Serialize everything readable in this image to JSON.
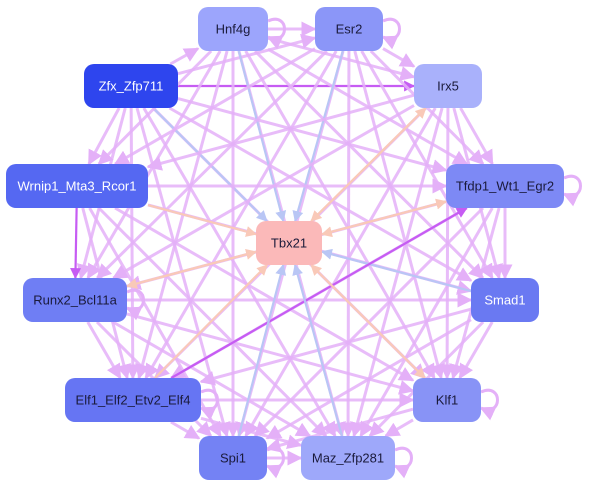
{
  "nodes": [
    {
      "id": "Hnf4g",
      "label": "Hnf4g",
      "fill": "#9CA5FC",
      "text": "#1a1a3a"
    },
    {
      "id": "Esr2",
      "label": "Esr2",
      "fill": "#8B96F8",
      "text": "#1a1a3a"
    },
    {
      "id": "Zfx_Zfp711",
      "label": "Zfx_Zfp711",
      "fill": "#2E45EE",
      "text": "#ffffff"
    },
    {
      "id": "Irx5",
      "label": "Irx5",
      "fill": "#A9B1FB",
      "text": "#1a1a3a"
    },
    {
      "id": "Wrnip1_Mta3_Rcor1",
      "label": "Wrnip1_Mta3_Rcor1",
      "fill": "#5568F2",
      "text": "#ffffff"
    },
    {
      "id": "Tfdp1_Wt1_Egr2",
      "label": "Tfdp1_Wt1_Egr2",
      "fill": "#7D89F5",
      "text": "#1a1a3a"
    },
    {
      "id": "Tbx21",
      "label": "Tbx21",
      "fill": "#FBB9B9",
      "text": "#1a1a3a"
    },
    {
      "id": "Runx2_Bcl11a",
      "label": "Runx2_Bcl11a",
      "fill": "#6F7EF4",
      "text": "#1a1a3a"
    },
    {
      "id": "Smad1",
      "label": "Smad1",
      "fill": "#6A79F2",
      "text": "#ffffff"
    },
    {
      "id": "Elf1_Elf2_Etv2_Elf4",
      "label": "Elf1_Elf2_Etv2_Elf4",
      "fill": "#6675F3",
      "text": "#1a1a3a"
    },
    {
      "id": "Klf1",
      "label": "Klf1",
      "fill": "#8893F6",
      "text": "#1a1a3a"
    },
    {
      "id": "Spi1",
      "label": "Spi1",
      "fill": "#7482F4",
      "text": "#1a1a3a"
    },
    {
      "id": "Maz_Zfp281",
      "label": "Maz_Zfp281",
      "fill": "#9EA8FA",
      "text": "#1a1a3a"
    }
  ],
  "edge_colors": {
    "regular": "#E4B0F8",
    "strong": "#C65CF3",
    "peach": "#F9C9B8",
    "blue": "#B9C6F5"
  },
  "edges": [
    [
      "Zfx_Zfp711",
      "Hnf4g",
      "regular"
    ],
    [
      "Zfx_Zfp711",
      "Esr2",
      "regular"
    ],
    [
      "Zfx_Zfp711",
      "Irx5",
      "strong"
    ],
    [
      "Zfx_Zfp711",
      "Tfdp1_Wt1_Egr2",
      "regular"
    ],
    [
      "Zfx_Zfp711",
      "Smad1",
      "regular"
    ],
    [
      "Zfx_Zfp711",
      "Klf1",
      "regular"
    ],
    [
      "Zfx_Zfp711",
      "Maz_Zfp281",
      "regular"
    ],
    [
      "Zfx_Zfp711",
      "Spi1",
      "regular"
    ],
    [
      "Zfx_Zfp711",
      "Elf1_Elf2_Etv2_Elf4",
      "regular"
    ],
    [
      "Zfx_Zfp711",
      "Runx2_Bcl11a",
      "regular"
    ],
    [
      "Zfx_Zfp711",
      "Wrnip1_Mta3_Rcor1",
      "regular"
    ],
    [
      "Zfx_Zfp711",
      "Tbx21",
      "blue"
    ],
    [
      "Hnf4g",
      "Esr2",
      "regular"
    ],
    [
      "Hnf4g",
      "Irx5",
      "regular"
    ],
    [
      "Hnf4g",
      "Tfdp1_Wt1_Egr2",
      "regular"
    ],
    [
      "Hnf4g",
      "Smad1",
      "regular"
    ],
    [
      "Hnf4g",
      "Klf1",
      "regular"
    ],
    [
      "Hnf4g",
      "Maz_Zfp281",
      "regular"
    ],
    [
      "Hnf4g",
      "Spi1",
      "regular"
    ],
    [
      "Hnf4g",
      "Elf1_Elf2_Etv2_Elf4",
      "regular"
    ],
    [
      "Hnf4g",
      "Runx2_Bcl11a",
      "regular"
    ],
    [
      "Hnf4g",
      "Wrnip1_Mta3_Rcor1",
      "regular"
    ],
    [
      "Hnf4g",
      "Tbx21",
      "blue"
    ],
    [
      "Esr2",
      "Irx5",
      "regular"
    ],
    [
      "Esr2",
      "Tfdp1_Wt1_Egr2",
      "regular"
    ],
    [
      "Esr2",
      "Smad1",
      "regular"
    ],
    [
      "Esr2",
      "Klf1",
      "regular"
    ],
    [
      "Esr2",
      "Maz_Zfp281",
      "regular"
    ],
    [
      "Esr2",
      "Spi1",
      "regular"
    ],
    [
      "Esr2",
      "Elf1_Elf2_Etv2_Elf4",
      "regular"
    ],
    [
      "Esr2",
      "Runx2_Bcl11a",
      "regular"
    ],
    [
      "Esr2",
      "Wrnip1_Mta3_Rcor1",
      "regular"
    ],
    [
      "Esr2",
      "Tbx21",
      "blue"
    ],
    [
      "Irx5",
      "Tfdp1_Wt1_Egr2",
      "regular"
    ],
    [
      "Irx5",
      "Smad1",
      "regular"
    ],
    [
      "Irx5",
      "Klf1",
      "regular"
    ],
    [
      "Irx5",
      "Maz_Zfp281",
      "regular"
    ],
    [
      "Irx5",
      "Spi1",
      "regular"
    ],
    [
      "Irx5",
      "Elf1_Elf2_Etv2_Elf4",
      "regular"
    ],
    [
      "Irx5",
      "Runx2_Bcl11a",
      "regular"
    ],
    [
      "Irx5",
      "Wrnip1_Mta3_Rcor1",
      "regular"
    ],
    [
      "Irx5",
      "Tbx21",
      "peach"
    ],
    [
      "Wrnip1_Mta3_Rcor1",
      "Tfdp1_Wt1_Egr2",
      "regular"
    ],
    [
      "Wrnip1_Mta3_Rcor1",
      "Smad1",
      "regular"
    ],
    [
      "Wrnip1_Mta3_Rcor1",
      "Klf1",
      "regular"
    ],
    [
      "Wrnip1_Mta3_Rcor1",
      "Maz_Zfp281",
      "regular"
    ],
    [
      "Wrnip1_Mta3_Rcor1",
      "Spi1",
      "regular"
    ],
    [
      "Wrnip1_Mta3_Rcor1",
      "Elf1_Elf2_Etv2_Elf4",
      "regular"
    ],
    [
      "Wrnip1_Mta3_Rcor1",
      "Runx2_Bcl11a",
      "strong"
    ],
    [
      "Wrnip1_Mta3_Rcor1",
      "Tbx21",
      "peach"
    ],
    [
      "Tfdp1_Wt1_Egr2",
      "Smad1",
      "regular"
    ],
    [
      "Tfdp1_Wt1_Egr2",
      "Klf1",
      "regular"
    ],
    [
      "Tfdp1_Wt1_Egr2",
      "Maz_Zfp281",
      "regular"
    ],
    [
      "Tfdp1_Wt1_Egr2",
      "Spi1",
      "regular"
    ],
    [
      "Tfdp1_Wt1_Egr2",
      "Elf1_Elf2_Etv2_Elf4",
      "regular"
    ],
    [
      "Tfdp1_Wt1_Egr2",
      "Runx2_Bcl11a",
      "regular"
    ],
    [
      "Tfdp1_Wt1_Egr2",
      "Tbx21",
      "peach"
    ],
    [
      "Runx2_Bcl11a",
      "Smad1",
      "regular"
    ],
    [
      "Runx2_Bcl11a",
      "Klf1",
      "regular"
    ],
    [
      "Runx2_Bcl11a",
      "Maz_Zfp281",
      "regular"
    ],
    [
      "Runx2_Bcl11a",
      "Spi1",
      "regular"
    ],
    [
      "Runx2_Bcl11a",
      "Elf1_Elf2_Etv2_Elf4",
      "regular"
    ],
    [
      "Runx2_Bcl11a",
      "Tbx21",
      "peach"
    ],
    [
      "Smad1",
      "Klf1",
      "regular"
    ],
    [
      "Smad1",
      "Maz_Zfp281",
      "regular"
    ],
    [
      "Smad1",
      "Spi1",
      "regular"
    ],
    [
      "Smad1",
      "Elf1_Elf2_Etv2_Elf4",
      "regular"
    ],
    [
      "Smad1",
      "Tbx21",
      "blue"
    ],
    [
      "Elf1_Elf2_Etv2_Elf4",
      "Klf1",
      "regular"
    ],
    [
      "Elf1_Elf2_Etv2_Elf4",
      "Maz_Zfp281",
      "regular"
    ],
    [
      "Elf1_Elf2_Etv2_Elf4",
      "Spi1",
      "regular"
    ],
    [
      "Elf1_Elf2_Etv2_Elf4",
      "Tfdp1_Wt1_Egr2",
      "strong"
    ],
    [
      "Elf1_Elf2_Etv2_Elf4",
      "Tbx21",
      "peach"
    ],
    [
      "Klf1",
      "Maz_Zfp281",
      "regular"
    ],
    [
      "Klf1",
      "Spi1",
      "regular"
    ],
    [
      "Klf1",
      "Tbx21",
      "peach"
    ],
    [
      "Spi1",
      "Maz_Zfp281",
      "regular"
    ],
    [
      "Spi1",
      "Tbx21",
      "blue"
    ],
    [
      "Maz_Zfp281",
      "Tbx21",
      "blue"
    ],
    [
      "Tbx21",
      "Irx5",
      "peach"
    ],
    [
      "Tbx21",
      "Tfdp1_Wt1_Egr2",
      "peach"
    ],
    [
      "Tbx21",
      "Runx2_Bcl11a",
      "peach"
    ],
    [
      "Tbx21",
      "Klf1",
      "peach"
    ]
  ],
  "self_loops": [
    "Hnf4g",
    "Esr2",
    "Tfdp1_Wt1_Egr2",
    "Klf1",
    "Maz_Zfp281",
    "Elf1_Elf2_Etv2_Elf4",
    "Runx2_Bcl11a",
    "Spi1"
  ]
}
